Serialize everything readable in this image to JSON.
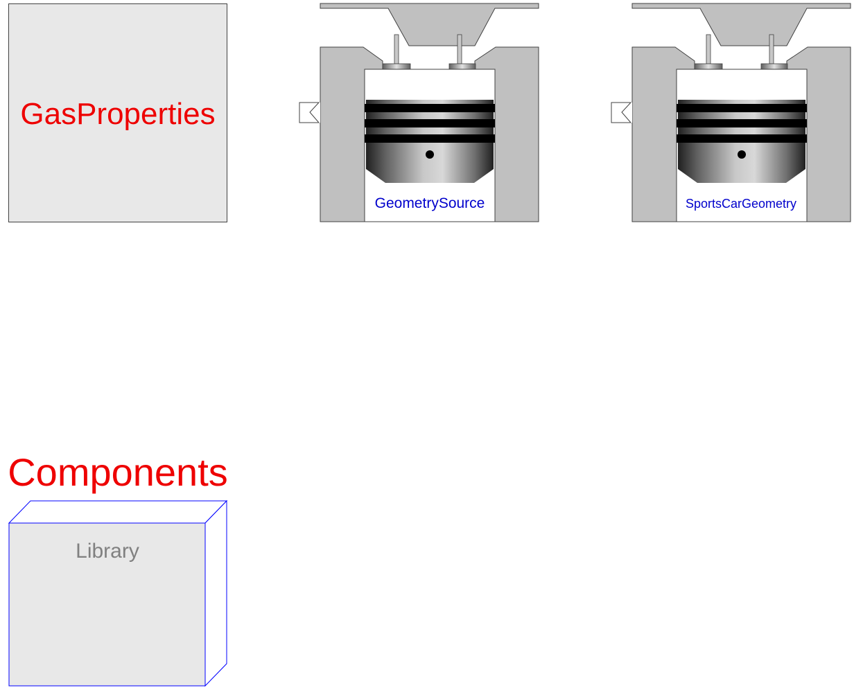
{
  "blocks": {
    "gas_properties": {
      "label": "GasProperties",
      "label_color": "#ee0000",
      "fill": "#e8e8e8"
    },
    "geometry_source": {
      "label": "GeometrySource",
      "label_color": "#0000cc"
    },
    "sports_car_geometry": {
      "label": "SportsCarGeometry",
      "label_color": "#0000cc"
    },
    "components": {
      "title": "Components",
      "title_color": "#ee0000",
      "library_label": "Library",
      "library_label_color": "#808080",
      "border_color": "#0000ff",
      "fill": "#e8e8e8"
    }
  },
  "icons": [
    "gas-properties-record-icon",
    "engine-cylinder-icon",
    "library-package-icon"
  ],
  "colors": {
    "housing": "#c0c0c0",
    "outline": "#404040",
    "ring": "#000000"
  }
}
